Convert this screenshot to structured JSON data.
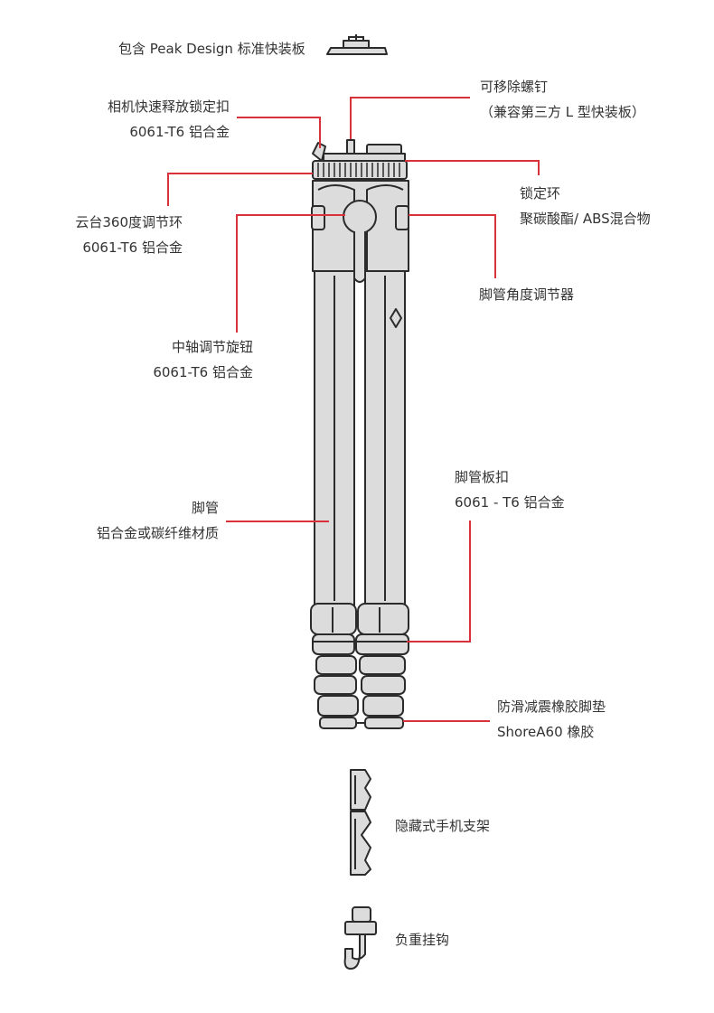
{
  "colors": {
    "leader": "#d9303a",
    "outline": "#2b2b2b",
    "fill": "#dcdcdc",
    "text": "#333333"
  },
  "labels": {
    "quick_plate": "包含 Peak Design 标准快装板",
    "removable_screw": {
      "line1": "可移除螺钉",
      "line2": "（兼容第三方 L 型快装板）"
    },
    "release_lock": {
      "line1": "相机快速释放锁定扣",
      "line2": "6061-T6 铝合金"
    },
    "locking_ring": {
      "line1": "锁定环",
      "line2": "聚碳酸酯/ ABS混合物"
    },
    "pan_ring": {
      "line1": "云台360度调节环",
      "line2": "6061-T6 铝合金"
    },
    "leg_angle": {
      "line1": "脚管角度调节器"
    },
    "column_knob": {
      "line1": "中轴调节旋钮",
      "line2": "6061-T6 铝合金"
    },
    "leg_clamp": {
      "line1": "脚管板扣",
      "line2": "6061 - T6 铝合金"
    },
    "legs": {
      "line1": "脚管",
      "line2": "铝合金或碳纤维材质"
    },
    "rubber_feet": {
      "line1": "防滑减震橡胶脚垫",
      "line2": "ShoreA60 橡胶"
    },
    "phone_mount": {
      "line1": "隐藏式手机支架"
    },
    "load_hook": {
      "line1": "负重挂钩"
    }
  }
}
